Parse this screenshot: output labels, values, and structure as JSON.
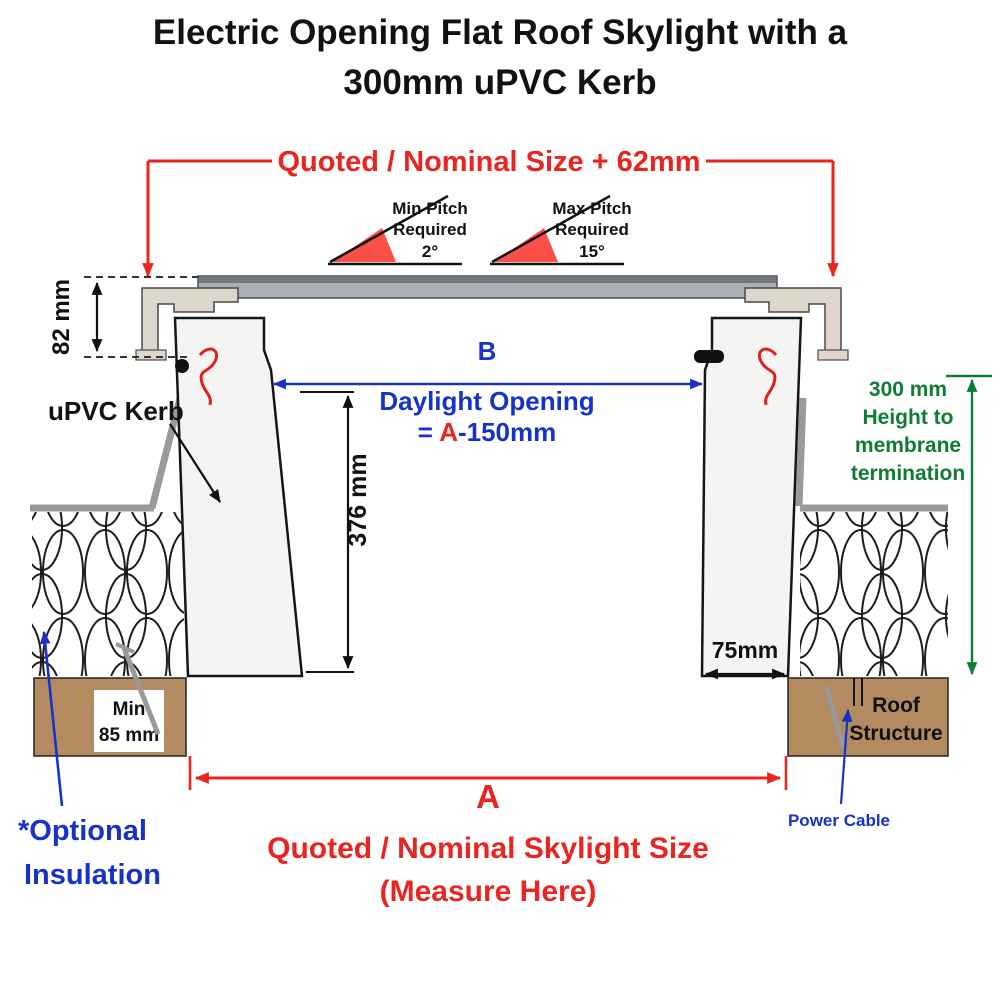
{
  "title": {
    "line1": "Electric Opening Flat Roof Skylight with a",
    "line2": "300mm uPVC Kerb"
  },
  "colors": {
    "red": "#e8251f",
    "blue": "#1732cc",
    "green": "#0e7d33",
    "roof_brown": "#b48a60",
    "glazing_gray": "#aab0b6",
    "kerb_white": "#f4f4f2",
    "membrane_gray": "#9a9a9a"
  },
  "top_dimension": {
    "label": "Quoted / Nominal Size + 62mm"
  },
  "pitch": {
    "min": {
      "title": "Min Pitch",
      "subtitle": "Required",
      "value": "2°"
    },
    "max": {
      "title": "Max Pitch",
      "subtitle": "Required",
      "value": "15°"
    }
  },
  "left_dimension": {
    "label": "82 mm"
  },
  "kerb": {
    "label": "uPVC Kerb"
  },
  "daylight": {
    "letter": "B",
    "label": "Daylight Opening",
    "eq_prefix": "= ",
    "eq_a": "A",
    "eq_suffix": "-150mm"
  },
  "height_dimension": {
    "label": "376 mm"
  },
  "membrane_dimension": {
    "line1": "300 mm",
    "line2": "Height to",
    "line3": "membrane",
    "line4": "termination"
  },
  "base_width": {
    "label": "75mm"
  },
  "min_depth": {
    "line1": "Min",
    "line2": "85 mm"
  },
  "roof_structure": {
    "line1": "Roof",
    "line2": "Structure"
  },
  "bottom_dimension": {
    "letter": "A",
    "label": "Quoted / Nominal Skylight Size",
    "sublabel": "(Measure Here)"
  },
  "insulation_note": {
    "line1": "*Optional",
    "line2": "Insulation"
  },
  "power_cable": {
    "label": "Power Cable"
  }
}
